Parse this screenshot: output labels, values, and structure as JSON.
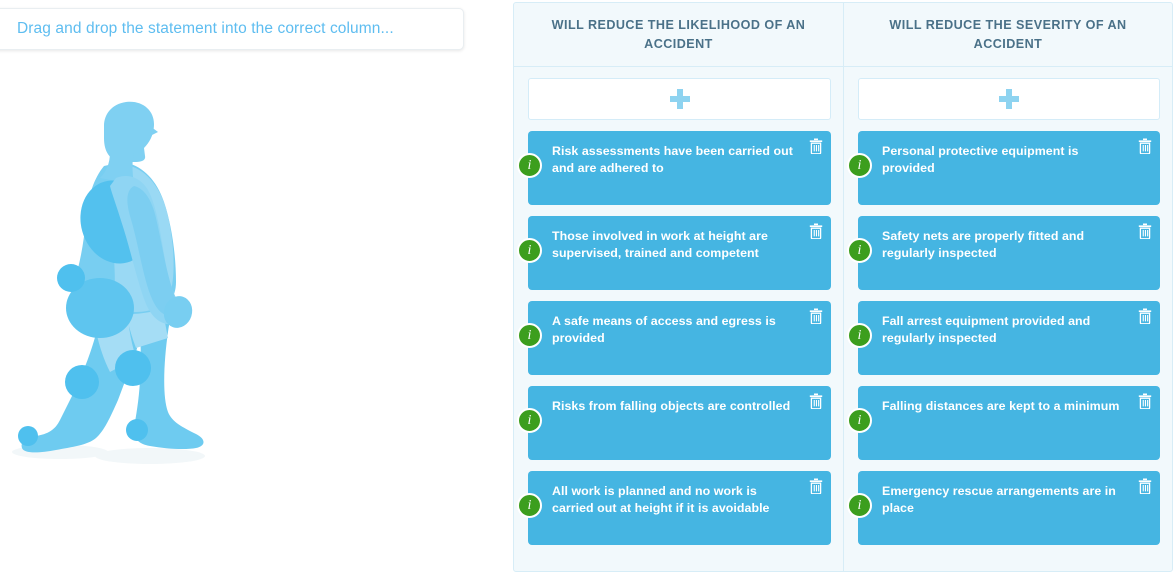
{
  "prompt": {
    "text": "Drag and drop the statement into the correct column...",
    "color": "#5ebdf0"
  },
  "illustration": {
    "name": "human-body-figure",
    "alt": "Stylised light blue human body side profile walking",
    "colors": {
      "base": "#6ecbf0",
      "light": "#a5ddf5",
      "joint": "#4fc0ee",
      "shadow": "#f2f7f9"
    }
  },
  "theme": {
    "panel_background": "#f2f9fc",
    "panel_border": "#d7edf7",
    "card_background": "#45b5e2",
    "card_text": "#ffffff",
    "badge_background": "#3c9e1e",
    "header_text": "#4a7188",
    "plus_color": "#8ed3f0"
  },
  "board": {
    "columns": [
      {
        "id": "likelihood",
        "header": "Will reduce the likelihood of an accident",
        "add_slot": {
          "icon": "plus-icon",
          "label": "+"
        },
        "cards": [
          {
            "text": "Risk assessments have been carried out and are adhered to",
            "info_badge": "i",
            "delete_icon": "trash-icon"
          },
          {
            "text": "Those involved in work at height are supervised, trained and competent",
            "info_badge": "i",
            "delete_icon": "trash-icon"
          },
          {
            "text": "A safe means of access and egress is provided",
            "info_badge": "i",
            "delete_icon": "trash-icon"
          },
          {
            "text": "Risks from falling objects are controlled",
            "info_badge": "i",
            "delete_icon": "trash-icon"
          },
          {
            "text": "All work is planned and no work is carried out at height if it is avoidable",
            "info_badge": "i",
            "delete_icon": "trash-icon"
          }
        ]
      },
      {
        "id": "severity",
        "header": "Will reduce the severity of an accident",
        "add_slot": {
          "icon": "plus-icon",
          "label": "+"
        },
        "cards": [
          {
            "text": "Personal protective equipment is provided",
            "info_badge": "i",
            "delete_icon": "trash-icon"
          },
          {
            "text": "Safety nets are properly fitted and regularly inspected",
            "info_badge": "i",
            "delete_icon": "trash-icon"
          },
          {
            "text": "Fall arrest equipment provided and regularly inspected",
            "info_badge": "i",
            "delete_icon": "trash-icon"
          },
          {
            "text": "Falling distances are kept to a minimum",
            "info_badge": "i",
            "delete_icon": "trash-icon"
          },
          {
            "text": "Emergency rescue arrangements are in place",
            "info_badge": "i",
            "delete_icon": "trash-icon"
          }
        ]
      }
    ]
  }
}
